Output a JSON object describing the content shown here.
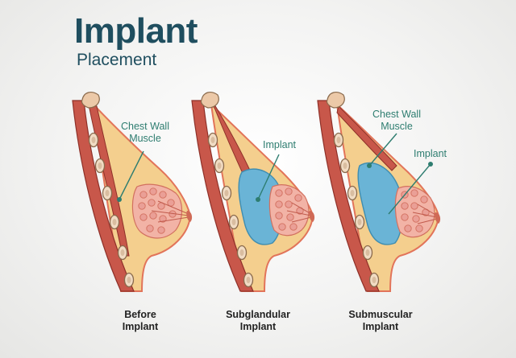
{
  "header": {
    "title": "Implant",
    "subtitle": "Placement"
  },
  "panels": [
    {
      "caption_line1": "Before",
      "caption_line2": "Implant",
      "labels": [
        "Chest Wall",
        "Muscle"
      ]
    },
    {
      "caption_line1": "Subglandular",
      "caption_line2": "Implant",
      "labels": [
        "Implant"
      ]
    },
    {
      "caption_line1": "Submuscular",
      "caption_line2": "Implant",
      "labels": [
        "Chest Wall",
        "Muscle",
        "Implant"
      ]
    }
  ],
  "colors": {
    "title": "#1f4e5f",
    "label": "#2e7d70",
    "skin_fill": "#f4cf8e",
    "skin_outline": "#e2745a",
    "muscle": "#c8574a",
    "rib_bone": "#f1dcc4",
    "implant": "#6ab4d6",
    "gland": "#e9a095"
  }
}
